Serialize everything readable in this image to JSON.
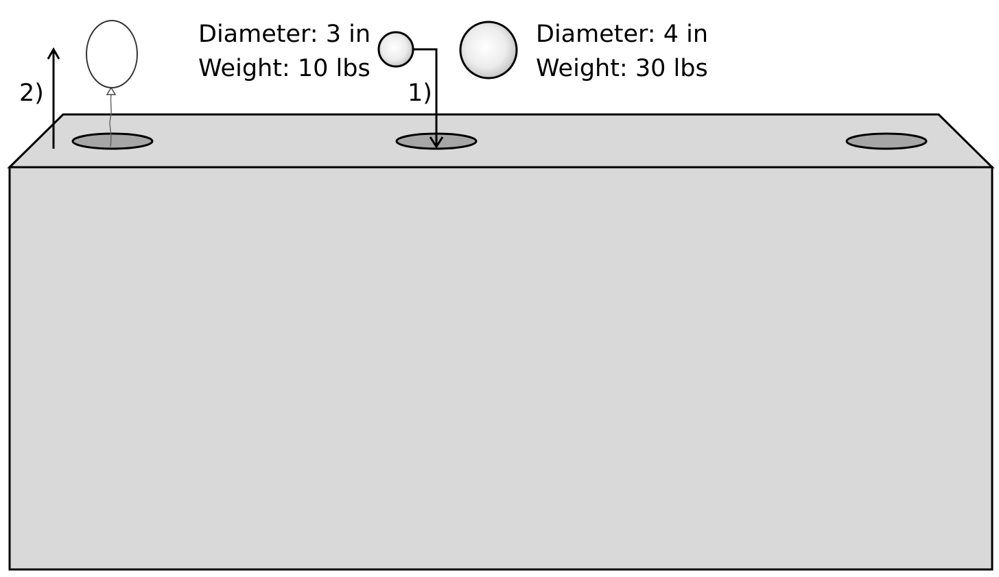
{
  "small_ball": {
    "diameter_label": "Diameter: 3 in",
    "weight_label": "Weight: 10 lbs"
  },
  "large_ball": {
    "diameter_label": "Diameter: 4 in",
    "weight_label": "Weight: 30 lbs"
  },
  "steps": {
    "step1": "1)",
    "step2": "2)"
  },
  "colors": {
    "box_fill": "#d9d9d9",
    "hole_fill": "#a6a6a6",
    "stroke": "#000000",
    "background": "#ffffff"
  }
}
